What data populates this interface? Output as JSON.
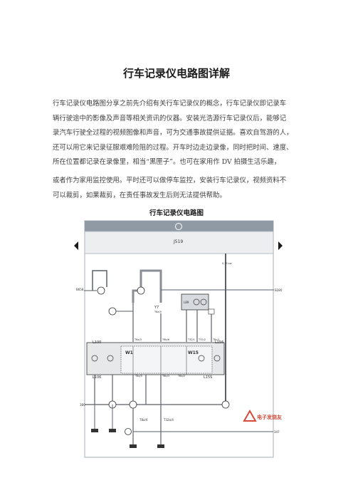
{
  "document": {
    "title": "行车记录仪电路图详解",
    "paragraph1": [
      "行车记录仪电路图分享之前先介绍有关行车记录仪的概念，行车记录仪即记录车",
      "辆行驶途中的影像及声音等相关资讯的仪器。安装光浩源行车记录仪后，能够记",
      "录汽车行驶全过程的视频图像和声音，可为交通事故提供证据。喜欢自驾游的人，",
      "还可以用它来记录征服艰难险阻的过程。开车时边走边录像，同时把时间、速度、",
      "所在位置都记录在录像里，相当“黑匣子”。也可在家用作 DV 拍摄生活乐趣，"
    ],
    "paragraph2": [
      "或者作为家用监控使用。平时还可以做停车监控，安装行车记录仪，视频资料不",
      "可以裁剪，如果裁剪，在责任事故发生后则无法提供帮助。"
    ],
    "figure_caption": "行车记录仪电路图"
  },
  "diagram": {
    "top_label": "J519",
    "header_symbol": "①",
    "left_bus": "B658",
    "right_bus": "B280",
    "bottom_bus_left": "380",
    "bottom_bus_right": "347",
    "wire_right": "0,35\nsw",
    "components": {
      "relay_box": "L89",
      "y7": "Y7",
      "t6a": "T6a/5",
      "l100": "L100",
      "l156": "L156",
      "l155": "L155",
      "l106": "L106",
      "w1": "W1",
      "w15": "W15",
      "t8a": "T8a/4",
      "t32": "T32a/4",
      "connectors": [
        "T6a/3",
        "T6b/6",
        "T32/1",
        "T32/2",
        "T8c/1",
        "T8a/5",
        "T8b/3",
        "T6b/2"
      ]
    },
    "watermark": "电子发烧友"
  },
  "colors": {
    "header_bar": "#8f9aa4",
    "frame": "#b4bcc4",
    "wire": "#5a6068",
    "highlight_wire": "#8a8e94",
    "arrow": "#1a1a1a",
    "watermark": "#d64a3a"
  }
}
